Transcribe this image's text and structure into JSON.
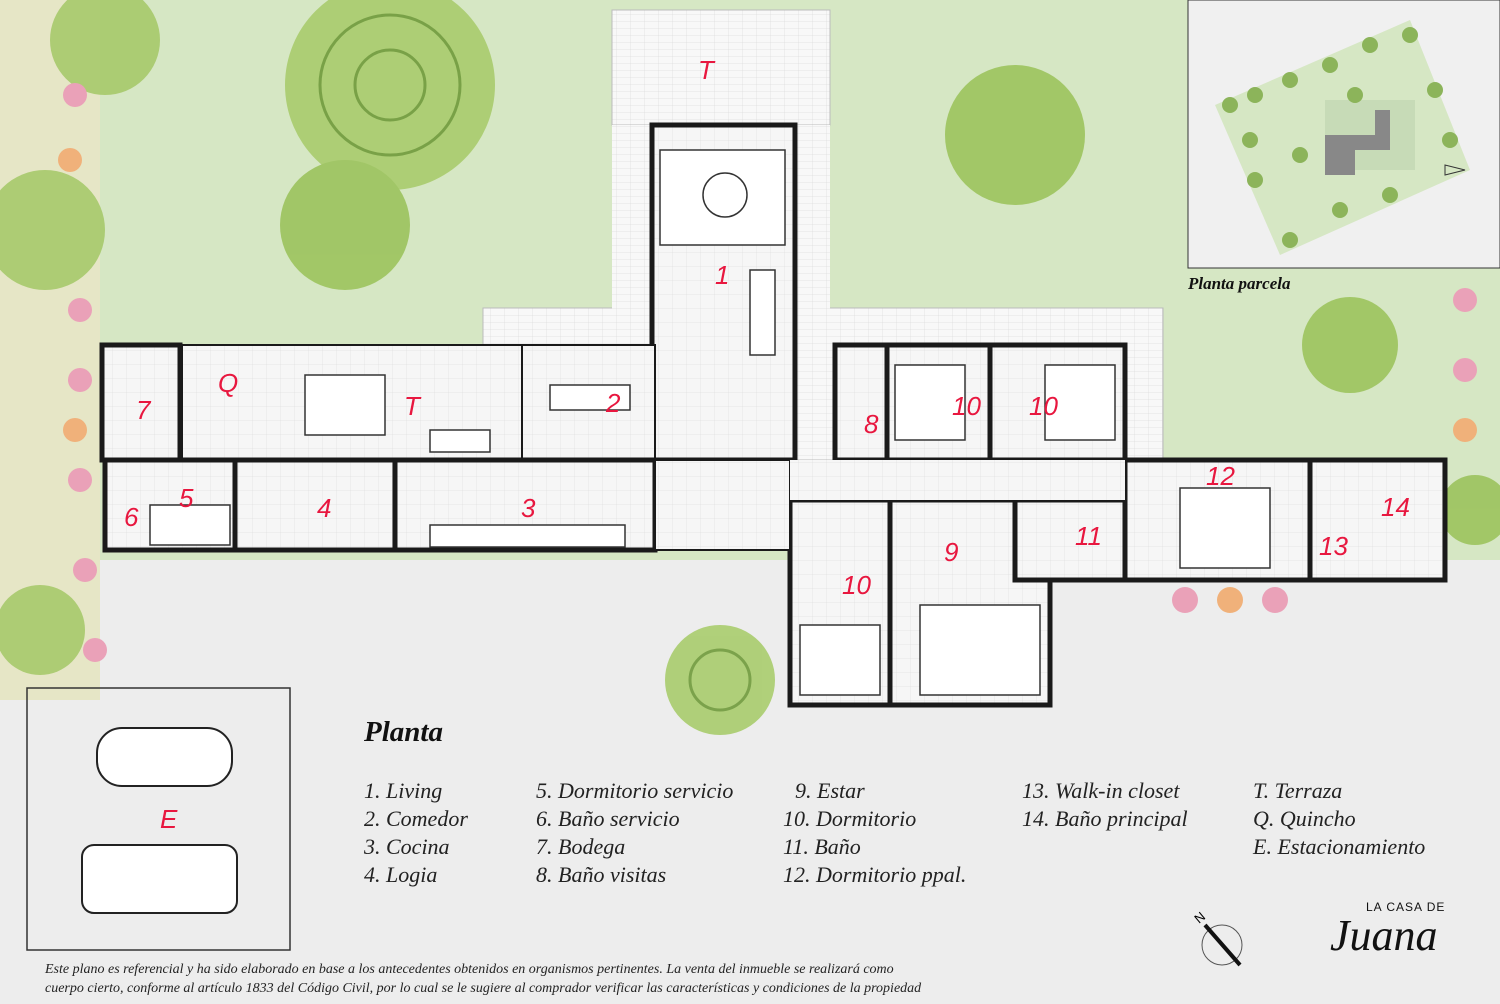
{
  "plan_title": "Planta",
  "inset_title": "Planta parcela",
  "room_labels": {
    "terraza_top": "T",
    "living": "1",
    "comedor": "2",
    "cocina": "3",
    "logia": "4",
    "dorm_servicio": "5",
    "bano_servicio": "6",
    "bodega": "7",
    "bano_visitas": "8",
    "estar": "9",
    "dorm_a": "10",
    "dorm_b": "10",
    "dorm_c": "10",
    "bano": "11",
    "dorm_ppal": "12",
    "walkin": "13",
    "bano_ppal": "14",
    "quincho": "Q",
    "terraza_west": "T",
    "estacionamiento": "E"
  },
  "legend": [
    [
      "1.  Living",
      "2.  Comedor",
      "3.  Cocina",
      "4.  Logia"
    ],
    [
      "5. Dormitorio servicio",
      "6. Baño servicio",
      "7. Bodega",
      "8. Baño visitas"
    ],
    [
      " 9. Estar",
      "10. Dormitorio",
      "11. Baño",
      "12. Dormitorio ppal."
    ],
    [
      "13. Walk-in closet",
      "14. Baño principal"
    ],
    [
      "T.  Terraza",
      "Q. Quincho",
      "E. Estacionamiento"
    ]
  ],
  "disclaimer": [
    "Este plano es referencial y ha sido elaborado en base a los antecedentes obtenidos en organismos pertinentes.  La venta del inmueble se realizará como",
    "cuerpo cierto, conforme al artículo 1833 del Código Civil, por lo cual se le sugiere al comprador verificar las características y condiciones de la propiedad"
  ],
  "logo": {
    "top": "LA CASA DE",
    "script": "Juana"
  },
  "compass_label": "N",
  "colors": {
    "lawn": "#d5e6c3",
    "paving": "#ececec",
    "tile": "#f7f7f7",
    "wall": "#1a1a1a",
    "label": "#e8173f"
  }
}
